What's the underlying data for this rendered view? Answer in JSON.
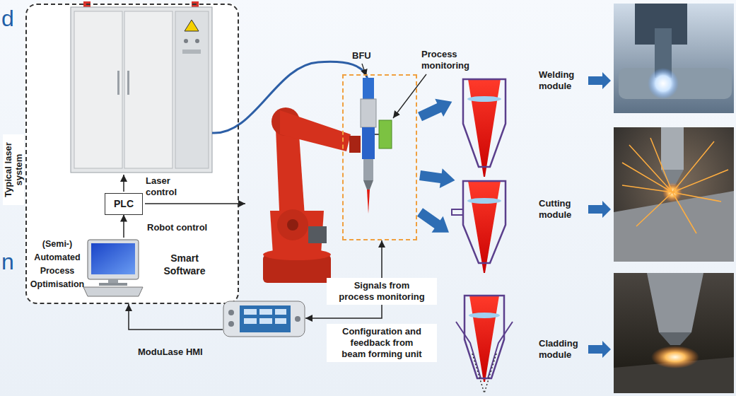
{
  "diagram": {
    "nodes": [
      {
        "text": [
          "Typical laser system"
        ]
      },
      {
        "text": [
          "PLC"
        ],
        "in": 0
      },
      {
        "text": [
          "(Semi-) Automated Process Optimisation",
          "Smart Software"
        ],
        "in": 0
      },
      {
        "text": [
          "BFU",
          "Process monitoring"
        ]
      },
      {
        "text": [
          "ModuLase HMI"
        ]
      }
    ],
    "edges": [
      {
        "from": 2,
        "to": 1,
        "arrow": "to"
      },
      {
        "from": 4,
        "to": 0,
        "arrow": "to"
      },
      {
        "from": 4,
        "to": 3,
        "arrow": "both"
      }
    ],
    "labels": [
      "d",
      "Laser control",
      "Robot control",
      "n",
      "Signals from process monitoring",
      "Configuration and feedback from beam forming unit",
      "Welding module",
      "Cutting module",
      "Cladding module"
    ]
  }
}
